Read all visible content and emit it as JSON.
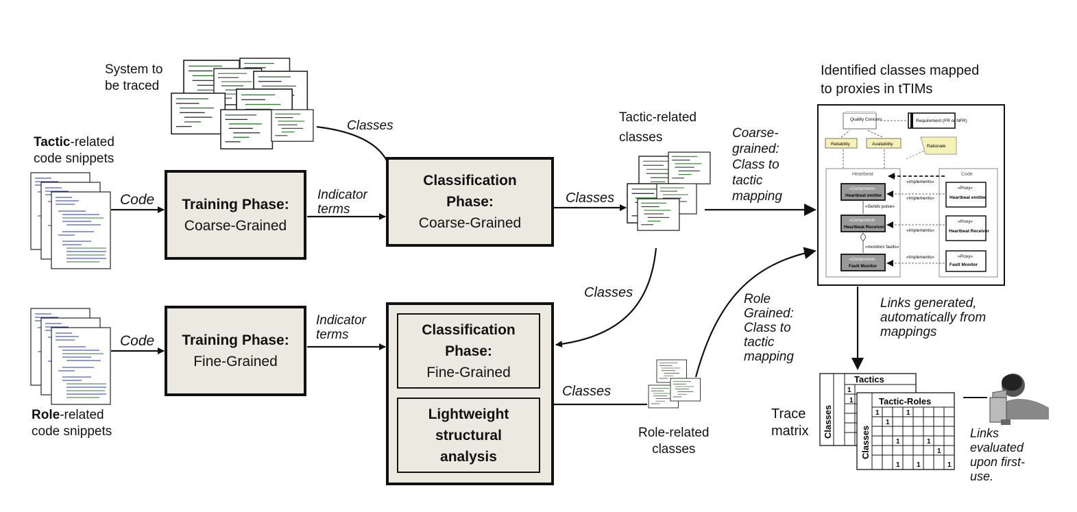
{
  "inputs": {
    "system_line1": "System to",
    "system_line2": "be traced",
    "tactic_bold": "Tactic",
    "tactic_rest": "-related",
    "tactic_line2": "code snippets",
    "role_bold": "Role",
    "role_rest": "-related",
    "role_line2": "code snippets"
  },
  "boxes": {
    "train_coarse_title": "Training Phase:",
    "train_coarse_sub": "Coarse-Grained",
    "train_fine_title": "Training Phase:",
    "train_fine_sub": "Fine-Grained",
    "class_coarse_title1": "Classification",
    "class_coarse_title2": "Phase:",
    "class_coarse_sub": "Coarse-Grained",
    "class_fine_title1": "Classification",
    "class_fine_title2": "Phase:",
    "class_fine_sub": "Fine-Grained",
    "light1": "Lightweight",
    "light2": "structural",
    "light3": "analysis"
  },
  "edges": {
    "code_top": "Code",
    "code_bottom": "Code",
    "indicator_top1": "Indicator",
    "indicator_top2": "terms",
    "indicator_bottom1": "Indicator",
    "indicator_bottom2": "terms",
    "classes_system": "Classes",
    "classes_coarse_out": "Classes",
    "classes_down": "Classes",
    "classes_fine_out": "Classes",
    "coarse_map1": "Coarse-",
    "coarse_map2": "grained:",
    "coarse_map3": "Class to",
    "coarse_map4": "tactic",
    "coarse_map5": "mapping",
    "role_map1": "Role",
    "role_map2": "Grained:",
    "role_map3": "Class to",
    "role_map4": "tactic",
    "role_map5": "mapping",
    "links_gen1": "Links generated,",
    "links_gen2": "automatically from",
    "links_gen3": "mappings",
    "links_eval1": "Links",
    "links_eval2": "evaluated",
    "links_eval3": "upon first-",
    "links_eval4": "use."
  },
  "outputs": {
    "tactic_classes1": "Tactic-related",
    "tactic_classes2": "classes",
    "role_classes1": "Role-related",
    "role_classes2": "classes",
    "identified1": "Identified classes mapped",
    "identified2": "to proxies in tTIMs",
    "trace1": "Trace",
    "trace2": "matrix"
  },
  "ttim": {
    "quality": "Quality Concern",
    "requirement": "Requirement (FR or NFR)",
    "reliability": "Reliability",
    "availability": "Availability",
    "rationale": "Rationale",
    "heartbeat": "Heartbeat",
    "code": "Code",
    "comp1_stereo": "«Component»",
    "comp1": "Heartbeat emitter",
    "comp2_stereo": "«Component»",
    "comp2": "Heartbeat Receiver",
    "comp3_stereo": "«Component»",
    "comp3": "Fault Monitor",
    "proxy1_stereo": "«Proxy»",
    "proxy1": "Heartbeat emitter",
    "proxy2_stereo": "«Proxy»",
    "proxy2": "Heartbeat Receiver",
    "proxy3_stereo": "«Proxy»",
    "proxy3": "Fault Monitor",
    "implements": "«Implements»",
    "sends_pulse": "«Sends pulse»",
    "monitors": "«monitors faults»"
  },
  "matrix": {
    "tactics_header": "Tactics",
    "tactic_roles_header": "Tactic-Roles",
    "classes_label_back": "Classes",
    "classes_label_front": "Classes",
    "one": "1"
  }
}
